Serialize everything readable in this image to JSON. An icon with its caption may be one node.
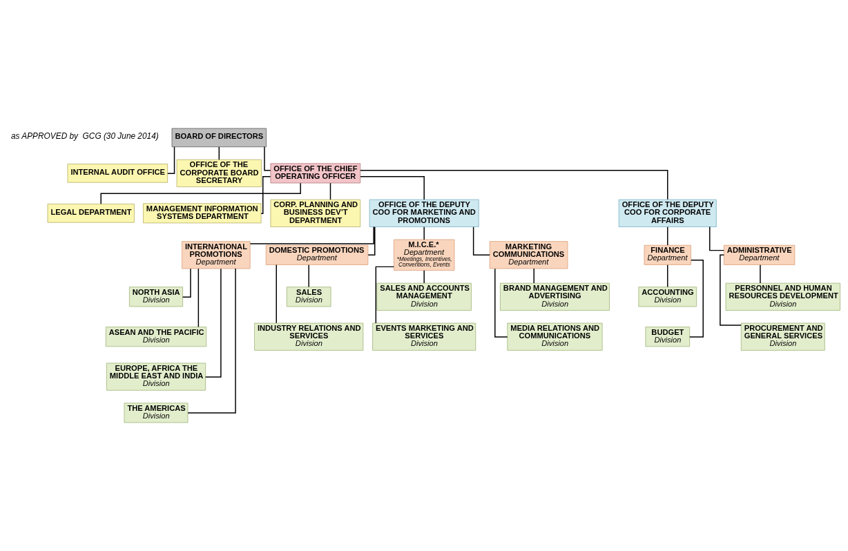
{
  "diagram": {
    "nodes": [
      {
        "text": [
          "BOARD OF DIRECTORS"
        ]
      },
      {
        "text": [
          "INTERNAL AUDIT OFFICE"
        ]
      },
      {
        "text": [
          "OFFICE OF THE CORPORATE BOARD SECRETARY"
        ]
      },
      {
        "text": [
          "OFFICE OF THE CHIEF OPERATING OFFICER"
        ]
      },
      {
        "text": [
          "LEGAL DEPARTMENT"
        ]
      },
      {
        "text": [
          "MANAGEMENT INFORMATION SYSTEMS DEPARTMENT"
        ]
      },
      {
        "text": [
          "CORP. PLANNING AND BUSINESS DEV’T DEPARTMENT"
        ]
      },
      {
        "text": [
          "OFFICE OF THE DEPUTY COO FOR MARKETING AND PROMOTIONS"
        ]
      },
      {
        "text": [
          "OFFICE OF THE DEPUTY COO FOR CORPORATE AFFAIRS"
        ]
      },
      {
        "text": [
          "INTERNATIONAL PROMOTIONS",
          "Department"
        ]
      },
      {
        "text": [
          "DOMESTIC PROMOTIONS",
          "Department"
        ]
      },
      {
        "text": [
          "M.I.C.E.*",
          "Department",
          "*Meetings, Incentives, Conventions, Events"
        ]
      },
      {
        "text": [
          "MARKETING COMMUNICATIONS",
          "Department"
        ]
      },
      {
        "text": [
          "FINANCE",
          "Department"
        ]
      },
      {
        "text": [
          "ADMINISTRATIVE",
          "Department"
        ]
      },
      {
        "text": [
          "NORTH ASIA",
          "Division"
        ]
      },
      {
        "text": [
          "ASEAN AND THE PACIFIC",
          "Division"
        ]
      },
      {
        "text": [
          "EUROPE, AFRICA THE MIDDLE EAST AND INDIA",
          "Division"
        ]
      },
      {
        "text": [
          "THE AMERICAS",
          "Division"
        ]
      },
      {
        "text": [
          "SALES",
          "Division"
        ]
      },
      {
        "text": [
          "INDUSTRY RELATIONS AND SERVICES",
          "Division"
        ]
      },
      {
        "text": [
          "SALES AND ACCOUNTS MANAGEMENT",
          "Division"
        ]
      },
      {
        "text": [
          "EVENTS MARKETING AND SERVICES",
          "Division"
        ]
      },
      {
        "text": [
          "BRAND MANAGEMENT AND ADVERTISING",
          "Division"
        ]
      },
      {
        "text": [
          "MEDIA RELATIONS AND COMMUNICATIONS",
          "Division"
        ]
      },
      {
        "text": [
          "ACCOUNTING",
          "Division"
        ]
      },
      {
        "text": [
          "BUDGET",
          "Division"
        ]
      },
      {
        "text": [
          "PERSONNEL AND HUMAN RESOURCES DEVELOPMENT",
          "Division"
        ]
      },
      {
        "text": [
          "PROCUREMENT AND GENERAL SERVICES",
          "Division"
        ]
      }
    ],
    "edges": [
      {
        "from": 0,
        "to": 3,
        "arrow": "none"
      },
      {
        "from": 0,
        "to": 1,
        "arrow": "none"
      },
      {
        "from": 0,
        "to": 2,
        "arrow": "none"
      },
      {
        "from": 3,
        "to": 4,
        "arrow": "none"
      },
      {
        "from": 3,
        "to": 5,
        "arrow": "none"
      },
      {
        "from": 3,
        "to": 6,
        "arrow": "none"
      },
      {
        "from": 3,
        "to": 7,
        "arrow": "none"
      },
      {
        "from": 3,
        "to": 8,
        "arrow": "none"
      },
      {
        "from": 7,
        "to": 9,
        "arrow": "none"
      },
      {
        "from": 7,
        "to": 10,
        "arrow": "none"
      },
      {
        "from": 7,
        "to": 11,
        "arrow": "none"
      },
      {
        "from": 7,
        "to": 12,
        "arrow": "none"
      },
      {
        "from": 8,
        "to": 13,
        "arrow": "none"
      },
      {
        "from": 8,
        "to": 14,
        "arrow": "none"
      },
      {
        "from": 9,
        "to": 15,
        "arrow": "none"
      },
      {
        "from": 9,
        "to": 16,
        "arrow": "none"
      },
      {
        "from": 9,
        "to": 17,
        "arrow": "none"
      },
      {
        "from": 9,
        "to": 18,
        "arrow": "none"
      },
      {
        "from": 10,
        "to": 19,
        "arrow": "none"
      },
      {
        "from": 10,
        "to": 20,
        "arrow": "none"
      },
      {
        "from": 11,
        "to": 21,
        "arrow": "none"
      },
      {
        "from": 11,
        "to": 22,
        "arrow": "none"
      },
      {
        "from": 12,
        "to": 23,
        "arrow": "none"
      },
      {
        "from": 12,
        "to": 24,
        "arrow": "none"
      },
      {
        "from": 13,
        "to": 25,
        "arrow": "none"
      },
      {
        "from": 13,
        "to": 26,
        "arrow": "none"
      },
      {
        "from": 14,
        "to": 27,
        "arrow": "none"
      },
      {
        "from": 14,
        "to": 28,
        "arrow": "none"
      }
    ],
    "labels": [
      "as APPROVED by  GCG (30 June 2014)"
    ]
  }
}
